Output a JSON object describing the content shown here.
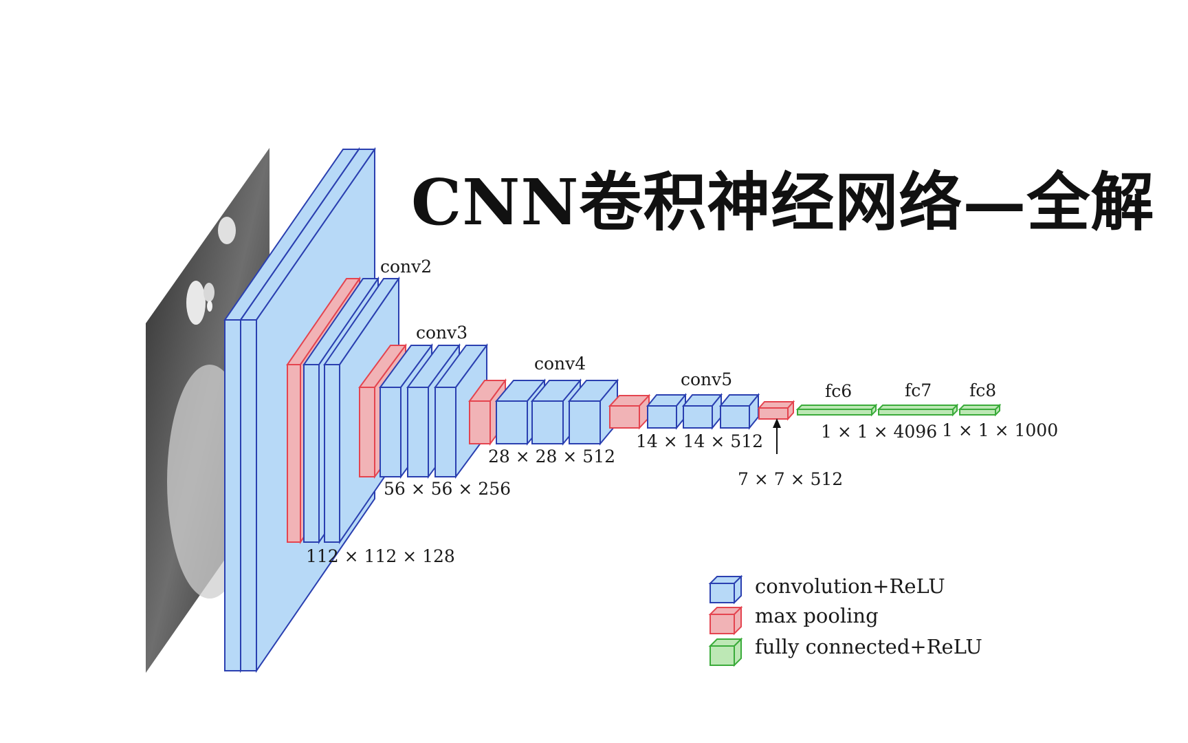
{
  "title": "CNN卷积神经网络—全解",
  "colors": {
    "conv_fill": "#b7d9f7",
    "conv_stroke": "#2a3fb0",
    "pool_fill": "#f1b3b6",
    "pool_stroke": "#e4444f",
    "fc_fill": "#bde8b5",
    "fc_stroke": "#3aab3a"
  },
  "blocks": {
    "conv2_label": "conv2",
    "conv3_label": "conv3",
    "conv4_label": "conv4",
    "conv5_label": "conv5",
    "fc6_label": "fc6",
    "fc7_label": "fc7",
    "fc8_label": "fc8"
  },
  "dimensions": {
    "d112": "112 × 112 × 128",
    "d56": "56 × 56 × 256",
    "d28": "28 × 28 × 512",
    "d14": "14 × 14 × 512",
    "d7": "7 × 7 × 512",
    "d4096": "1 × 1 × 4096",
    "d1000": "1 × 1 × 1000"
  },
  "legend": {
    "conv": "convolution+ReLU",
    "pool": "max  pooling",
    "fc": "fully  connected+ReLU"
  }
}
